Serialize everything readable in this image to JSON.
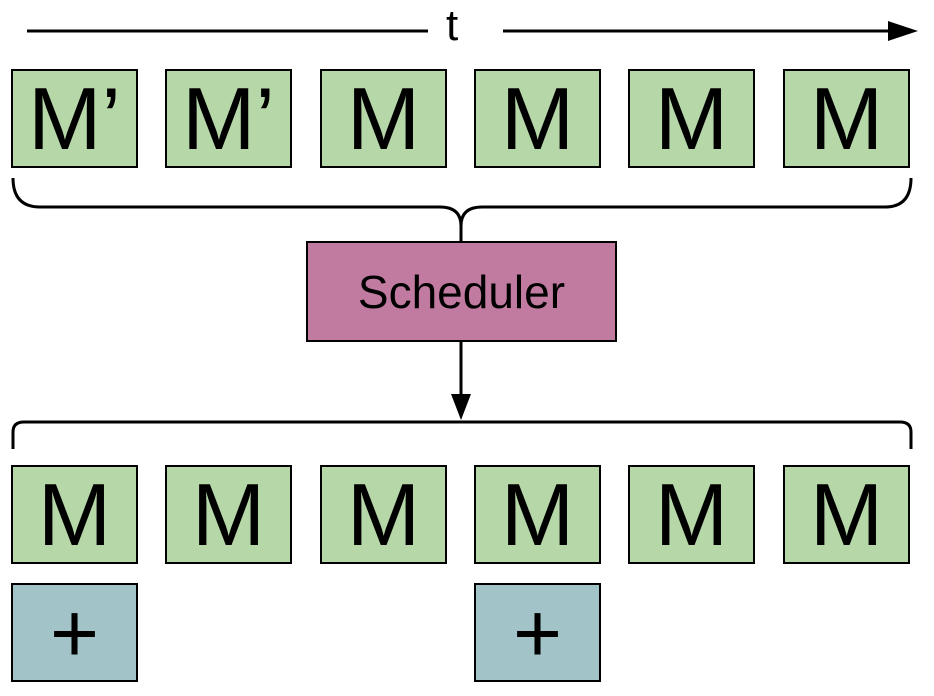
{
  "time_label": "t",
  "colors": {
    "module_fill": "#b6d7a8",
    "scheduler_fill": "#c27ba0",
    "plus_fill": "#a2c4c9",
    "stroke": "#000000"
  },
  "input_row": [
    "M’",
    "M’",
    "M",
    "M",
    "M",
    "M"
  ],
  "scheduler": {
    "label": "Scheduler"
  },
  "output_row": [
    "M",
    "M",
    "M",
    "M",
    "M",
    "M"
  ],
  "plus_blocks": [
    {
      "label": "+",
      "under_index": 0
    },
    {
      "label": "+",
      "under_index": 3
    }
  ]
}
